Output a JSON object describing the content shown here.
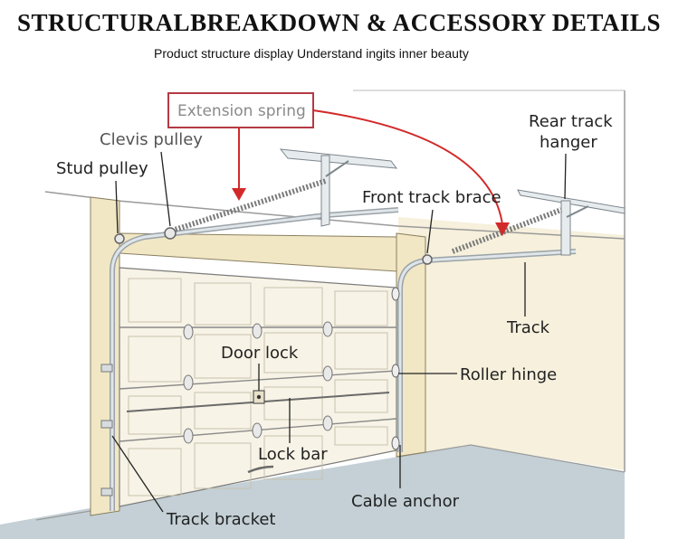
{
  "header": {
    "title": "STRUCTURALBREAKDOWN & ACCESSORY DETAILS",
    "subtitle": "Product structure display Understand ingits inner beauty"
  },
  "labels": {
    "extension_spring": "Extension spring",
    "clevis_pulley": "Clevis pulley",
    "stud_pulley": "Stud pulley",
    "rear_track_hanger_1": "Rear track",
    "rear_track_hanger_2": "hanger",
    "front_track_brace": "Front track brace",
    "track": "Track",
    "door_lock": "Door lock",
    "roller_hinge": "Roller hinge",
    "lock_bar": "Lock bar",
    "cable_anchor": "Cable anchor",
    "track_bracket": "Track bracket"
  },
  "colors": {
    "accent_red": "#d22a2a",
    "callout_border": "#b33a44",
    "wall": "#f1e7c4",
    "door": "#f7f3e6",
    "floor": "#c4d0d6",
    "track_metal": "#cfd6db"
  }
}
